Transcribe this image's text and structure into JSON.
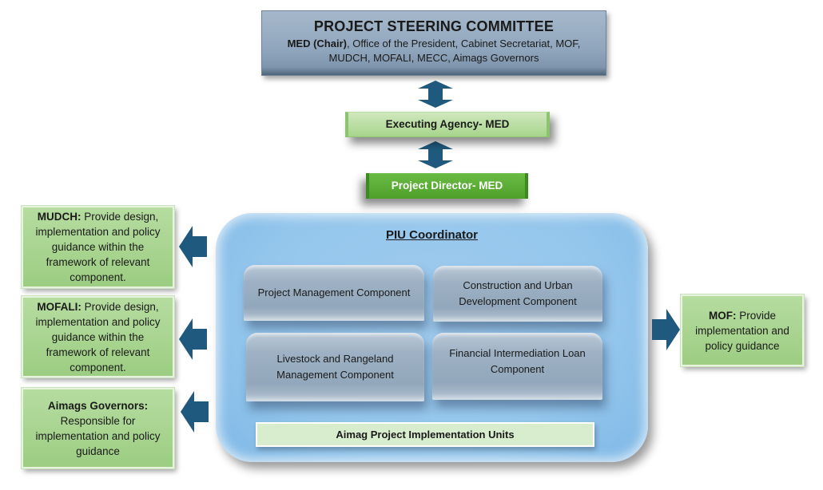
{
  "steering_committee": {
    "title": "PROJECT STEERING COMMITTEE",
    "chair": "MED (Chair)",
    "members_line1": ", Office of the President, Cabinet Secretariat, MOF,",
    "members_line2": "MUDCH, MOFALI, MECC, Aimags Governors"
  },
  "executing_agency": "Executing Agency- MED",
  "project_director": "Project Director- MED",
  "piu": {
    "title": "PIU Coordinator",
    "components": [
      "Project Management Component",
      "Construction and Urban Development Component",
      "Livestock and Rangeland Management Component",
      "Financial Intermediation Loan Component"
    ],
    "aimag_units": "Aimag Project Implementation Units"
  },
  "side_boxes": {
    "mudch": {
      "label": "MUDCH:",
      "text": " Provide design, implementation and policy guidance within the framework of relevant component."
    },
    "mofali": {
      "label": "MOFALI:",
      "text": " Provide design, implementation and policy guidance within the framework of relevant component."
    },
    "aimag": {
      "label": "Aimags Governors:",
      "text": "Responsible for implementation and policy guidance"
    },
    "mof": {
      "label": "MOF:",
      "text": " Provide implementation and policy guidance"
    }
  },
  "colors": {
    "arrow": "#1f5a7e",
    "steering": "#90a6bd",
    "light_green": "#a7d58c",
    "dark_green": "#4ea02a",
    "piu_panel": "#94c6ec",
    "component": "#9eb1c4"
  }
}
